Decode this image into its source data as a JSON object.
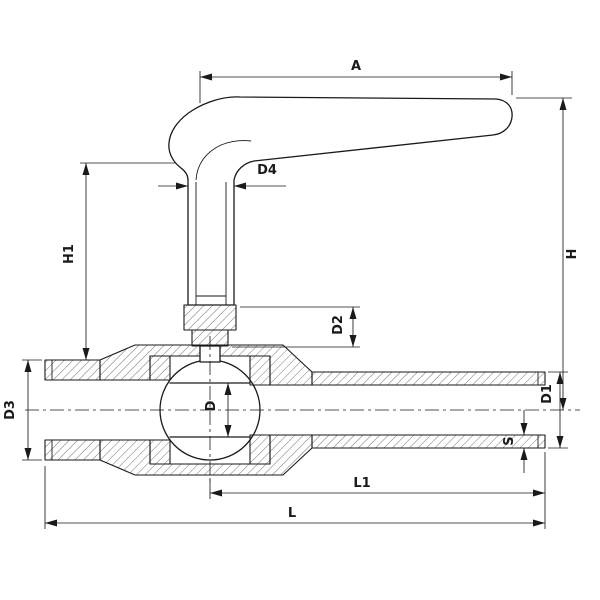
{
  "drawing": {
    "colors": {
      "ink": "#1a1a1a",
      "background": "#ffffff"
    },
    "dimension_labels": {
      "A": "A",
      "D4": "D4",
      "H1": "H1",
      "H": "H",
      "D2": "D2",
      "D3": "D3",
      "D": "D",
      "D1": "D1",
      "S": "S",
      "L1": "L1",
      "L": "L"
    }
  }
}
